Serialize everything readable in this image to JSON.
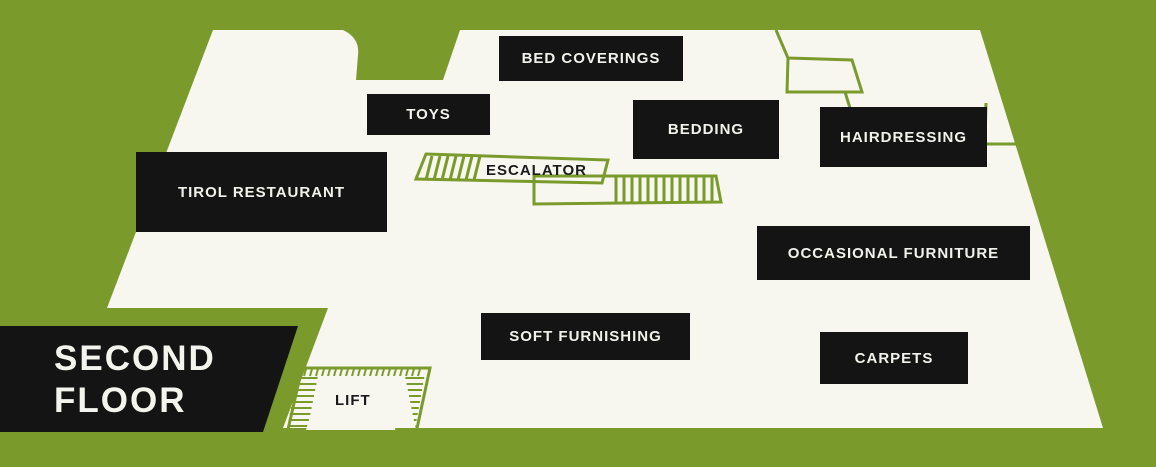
{
  "floor_title": {
    "line1": "SECOND",
    "line2": "FLOOR"
  },
  "departments": {
    "bed_coverings": "BED COVERINGS",
    "toys": "TOYS",
    "bedding": "BEDDING",
    "hairdressing": "HAIRDRESSING",
    "tirol_restaurant": "TIROL RESTAURANT",
    "occasional_furniture": "OCCASIONAL FURNITURE",
    "soft_furnishing": "SOFT FURNISHING",
    "carpets": "CARPETS"
  },
  "fixtures": {
    "escalator": "ESCALATOR",
    "lift": "LIFT"
  },
  "colors": {
    "background_green": "#7a9b2c",
    "floor_cream": "#f7f7f0",
    "label_black": "#141414",
    "label_text": "#f2f2ec"
  }
}
